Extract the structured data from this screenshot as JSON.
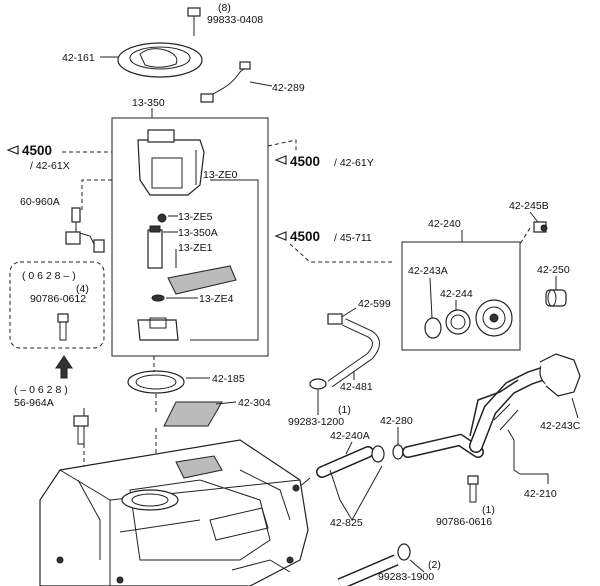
{
  "labels": {
    "l_99833": "99833-0408",
    "l_99833_qty": "(8)",
    "l_42161": "42-161",
    "l_42289": "42-289",
    "l_13350": "13-350",
    "l_4500a": "4500",
    "l_4261x": "/ 42-61X",
    "l_4500b": "4500",
    "l_4261y": "/ 42-61Y",
    "l_4500c": "4500",
    "l_45711": "/ 45-711",
    "l_13ze0": "13-ZE0",
    "l_13ze5": "13-ZE5",
    "l_13350a": "13-350A",
    "l_13ze1": "13-ZE1",
    "l_13ze4": "13-ZE4",
    "l_60960a": "60-960A",
    "l_0628a": "( 0 6 2 8 – )",
    "l_qty4": "(4)",
    "l_90786a": "90786-0612",
    "l_0628b": "( – 0 6 2 8 )",
    "l_56964a": "56-964A",
    "l_42185": "42-185",
    "l_42304": "42-304",
    "l_42240": "42-240",
    "l_42245b": "42-245B",
    "l_42243a": "42-243A",
    "l_42244": "42-244",
    "l_42250": "42-250",
    "l_42599": "42-599",
    "l_42481": "42-481",
    "l_qty1a": "(1)",
    "l_99283a": "99283-1200",
    "l_42280": "42-280",
    "l_42240a": "42-240A",
    "l_42243c": "42-243C",
    "l_42210": "42-210",
    "l_42825": "42-825",
    "l_qty1b": "(1)",
    "l_90786b": "90786-0616",
    "l_qty2": "(2)",
    "l_99283b": "99283-1900"
  }
}
